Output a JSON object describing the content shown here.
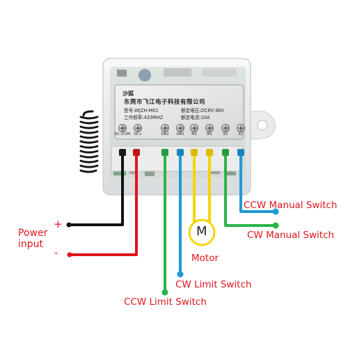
{
  "module": {
    "brand_logo": "沙狐",
    "company": "东莞市飞江电子科技有限公司",
    "model_label": "型号:WJZH-M01",
    "rated_voltage": "额定电压:DC8V-36V",
    "frequency": "工作频率:433MHZ",
    "rated_current": "额定电流:10A",
    "terminals": [
      "DC-/COM",
      "DC+",
      "SW2",
      "SW1",
      "M2",
      "M1",
      "K2",
      "K1"
    ]
  },
  "labels": {
    "power_input": "Power\ninput",
    "plus": "+",
    "minus": "-",
    "ccw_manual_switch": "CCW Manual Switch",
    "cw_manual_switch": "CW Manual Switch",
    "motor": "Motor",
    "motor_symbol": "M",
    "cw_limit_switch": "CW Limit Switch",
    "ccw_limit_switch": "CCW Limit Switch"
  },
  "colors": {
    "label_text": "#e0141c",
    "wire_black": "#111111",
    "wire_red": "#e0141c",
    "wire_green": "#2bb34a",
    "wire_blue": "#1e9ad6",
    "wire_yellow": "#f4d400"
  }
}
